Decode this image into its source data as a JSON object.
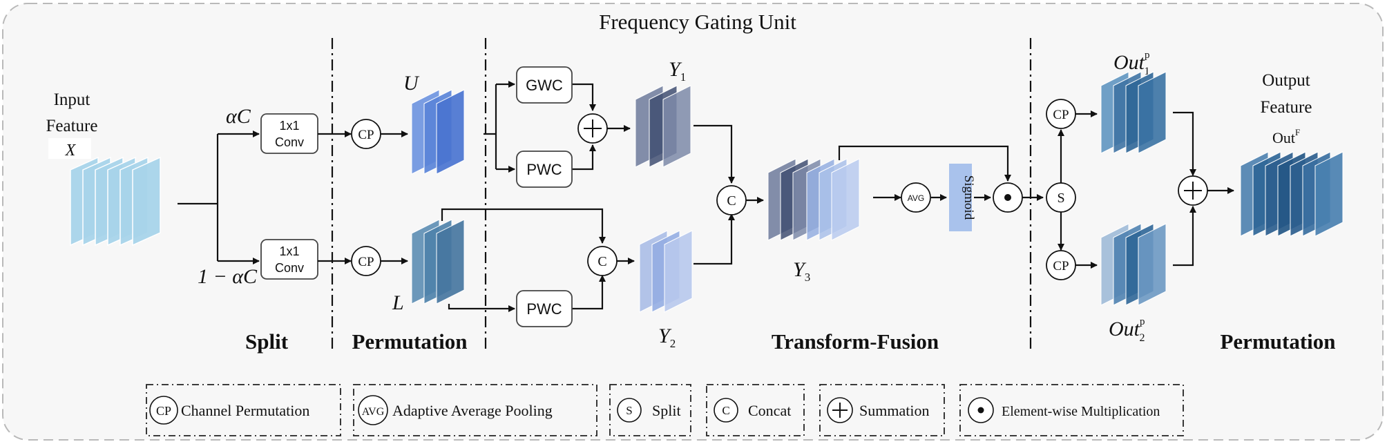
{
  "title": "Frequency Gating Unit",
  "input": {
    "line1": "Input",
    "line2": "Feature",
    "symbol": "X"
  },
  "branches": {
    "upper_ratio": "αC",
    "lower_ratio": "1 − αC"
  },
  "conv": {
    "line1": "1x1",
    "line2": "Conv"
  },
  "cp_label": "CP",
  "gwc_label": "GWC",
  "pwc_label": "PWC",
  "features": {
    "U": "U",
    "L": "L",
    "Y1_base": "Y",
    "Y1_sub": "1",
    "Y2_base": "Y",
    "Y2_sub": "2",
    "Y3_base": "Y",
    "Y3_sub": "3",
    "out1_base": "Out",
    "out1_sup": "p",
    "out1_sub": "1",
    "out2_base": "Out",
    "out2_sup": "p",
    "out2_sub": "2"
  },
  "concat_label": "C",
  "split_label": "S",
  "avg_label": "AVG",
  "sigmoid_label": "Sigmoid",
  "output": {
    "line1": "Output",
    "line2": "Feature",
    "symbol_base": "Out",
    "symbol_sup": "F"
  },
  "sections": {
    "split": "Split",
    "permutation_left": "Permutation",
    "transform_fusion": "Transform-Fusion",
    "permutation_right": "Permutation"
  },
  "legend": {
    "cp_sym": "CP",
    "cp_text": "Channel Permutation",
    "avg_sym": "AVG",
    "avg_text": "Adaptive Average Pooling",
    "s_sym": "S",
    "s_text": "Split",
    "c_sym": "C",
    "c_text": "Concat",
    "sum_text": "Summation",
    "mul_text": "Element-wise Multiplication"
  },
  "colors": {
    "input_blue": "#a8d4ea",
    "u_blue": "#4a74d0",
    "l_blue": "#4f86a9",
    "y1_gray": "#5d6b8e",
    "y2_lightblue": "#a9bfe9",
    "out_blue": "#3f73a3",
    "final_blue": "#2c5e8e",
    "sigmoid_bg": "#a9c2ec"
  }
}
